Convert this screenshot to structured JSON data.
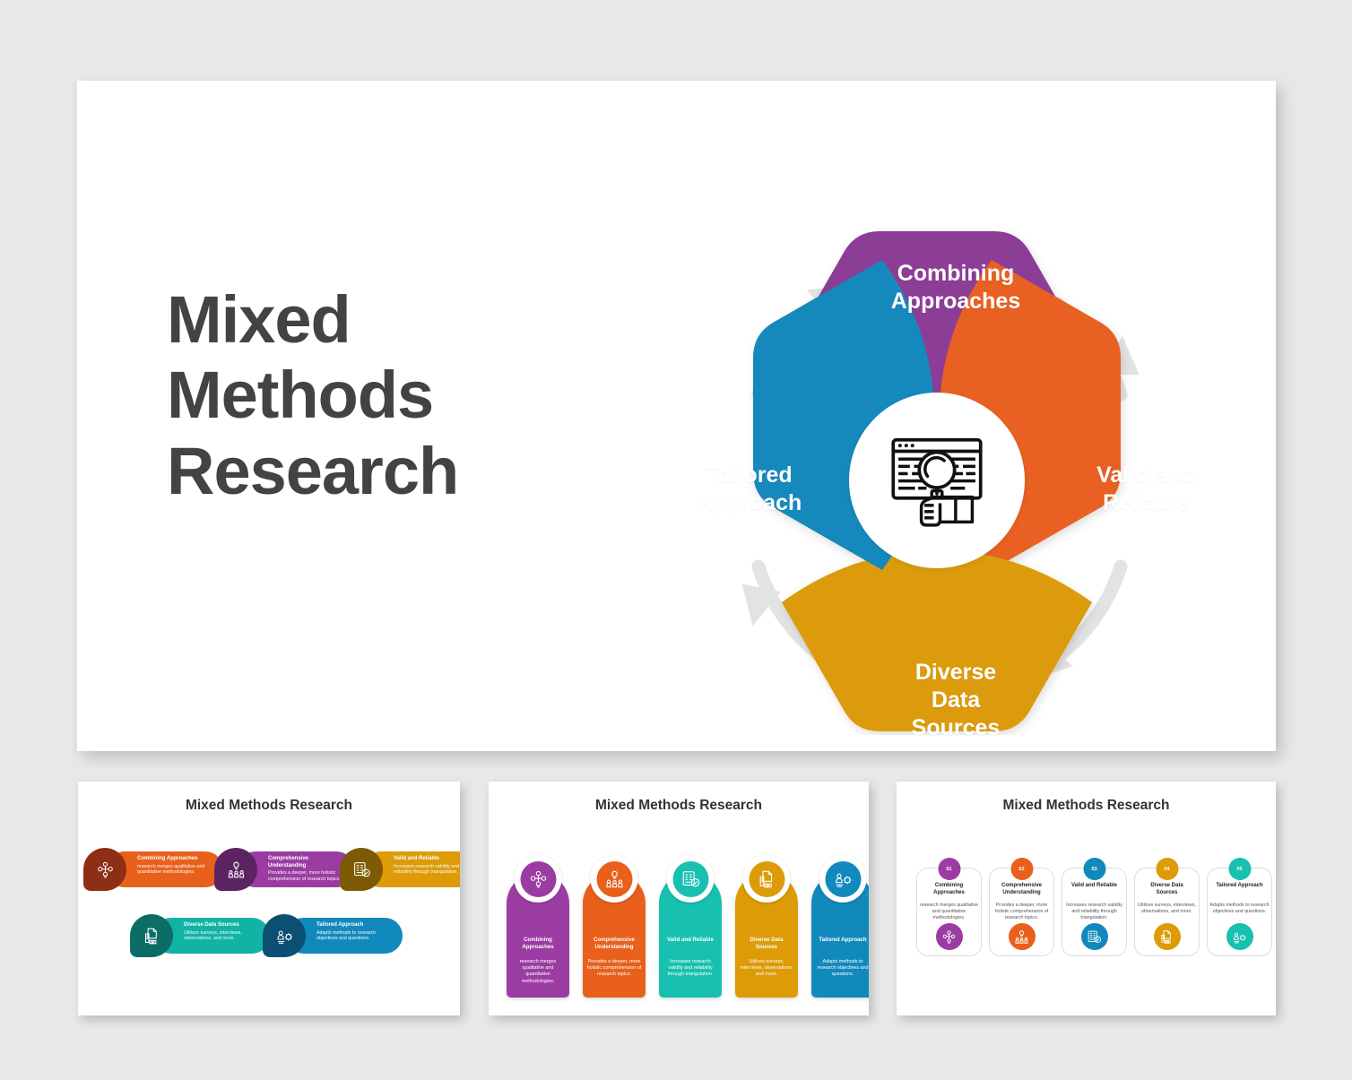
{
  "main": {
    "title_lines": [
      "Mixed",
      "Methods",
      "Research"
    ],
    "diagram": {
      "center_icon": "browser-search-magnifier-icon",
      "petals": [
        {
          "id": "top",
          "label": "Combining\nApproaches",
          "color": "#8C3C96",
          "position": "top"
        },
        {
          "id": "right",
          "label": "Valid and\nReliable",
          "color": "#E86022",
          "position": "right"
        },
        {
          "id": "bottom",
          "label": "Diverse\nData\nSources",
          "color": "#DC9B07",
          "position": "bottom"
        },
        {
          "id": "left",
          "label": "Tailored\nApproach",
          "color": "#1289BC",
          "position": "left"
        }
      ],
      "arrow_color": "#E2E2E2",
      "arrows": [
        "left-to-top",
        "top-to-right",
        "right-to-bottom",
        "bottom-to-left"
      ]
    }
  },
  "thumbnails": [
    {
      "id": "thumb-pills",
      "title": "Mixed Methods Research",
      "layout": "pills",
      "items": [
        {
          "title": "Combining Approaches",
          "desc": "research merges qualitative and quantitative methodologies.",
          "color": "#E8601C",
          "icon_bg": "#8E2E14",
          "icon": "molecule-icon"
        },
        {
          "title": "Comprehensive Understanding",
          "desc": "Provides a deeper, more holistic comprehension of research topics.",
          "color": "#9B3CA3",
          "icon_bg": "#5C2363",
          "icon": "idea-people-icon"
        },
        {
          "title": "Valid and Reliable",
          "desc": "Increases research validity and reliability through triangulation.",
          "color": "#DC9B07",
          "icon_bg": "#7E5A04",
          "icon": "checklist-icon"
        },
        {
          "title": "Diverse Data Sources",
          "desc": "Utilizes surveys, interviews, observations, and more.",
          "color": "#11B3A5",
          "icon_bg": "#0B6D66",
          "icon": "documents-icon"
        },
        {
          "title": "Tailored Approach",
          "desc": "Adapts methods to research objectives and questions.",
          "color": "#1289BC",
          "icon_bg": "#0B4F72",
          "icon": "person-gear-icon"
        }
      ]
    },
    {
      "id": "thumb-arches",
      "title": "Mixed Methods Research",
      "layout": "arch-cards",
      "items": [
        {
          "title": "Combining\nApproaches",
          "desc": "research merges qualitative and quantitative methodologies.",
          "color": "#9B3CA3",
          "icon": "molecule-icon"
        },
        {
          "title": "Comprehensive\nUnderstanding",
          "desc": "Provides a deeper, more holistic comprehension of research topics.",
          "color": "#E8601C",
          "icon": "idea-people-icon"
        },
        {
          "title": "Valid and Reliable",
          "desc": "Increases research validity and reliability through triangulation.",
          "color": "#18C0B0",
          "icon": "checklist-icon"
        },
        {
          "title": "Diverse Data\nSources",
          "desc": "Utilizes surveys, interviews, observations, and more.",
          "color": "#DC9B07",
          "icon": "documents-icon"
        },
        {
          "title": "Tailored Approach",
          "desc": "Adapts methods to research objectives and questions.",
          "color": "#1289BC",
          "icon": "person-gear-icon"
        }
      ]
    },
    {
      "id": "thumb-numbered",
      "title": "Mixed Methods Research",
      "layout": "numbered-cards",
      "items": [
        {
          "num": "01",
          "title": "Combining\nApproaches",
          "desc": "research merges qualitative and quantitative methodologies.",
          "color": "#9B3CA3",
          "icon": "molecule-icon"
        },
        {
          "num": "02",
          "title": "Comprehensive\nUnderstanding",
          "desc": "Provides a deeper, more holistic comprehension of research topics.",
          "color": "#E8601C",
          "icon": "idea-people-icon"
        },
        {
          "num": "03",
          "title": "Valid and Reliable",
          "desc": "Increases research validity and reliability through triangulation.",
          "color": "#1289BC",
          "icon": "checklist-icon"
        },
        {
          "num": "04",
          "title": "Diverse Data\nSources",
          "desc": "Utilizes surveys, interviews, observations, and more.",
          "color": "#DC9B07",
          "icon": "documents-icon"
        },
        {
          "num": "05",
          "title": "Tailored Approach",
          "desc": "Adapts methods to research objectives and questions.",
          "color": "#18C0B0",
          "icon": "person-gear-icon"
        }
      ]
    }
  ]
}
